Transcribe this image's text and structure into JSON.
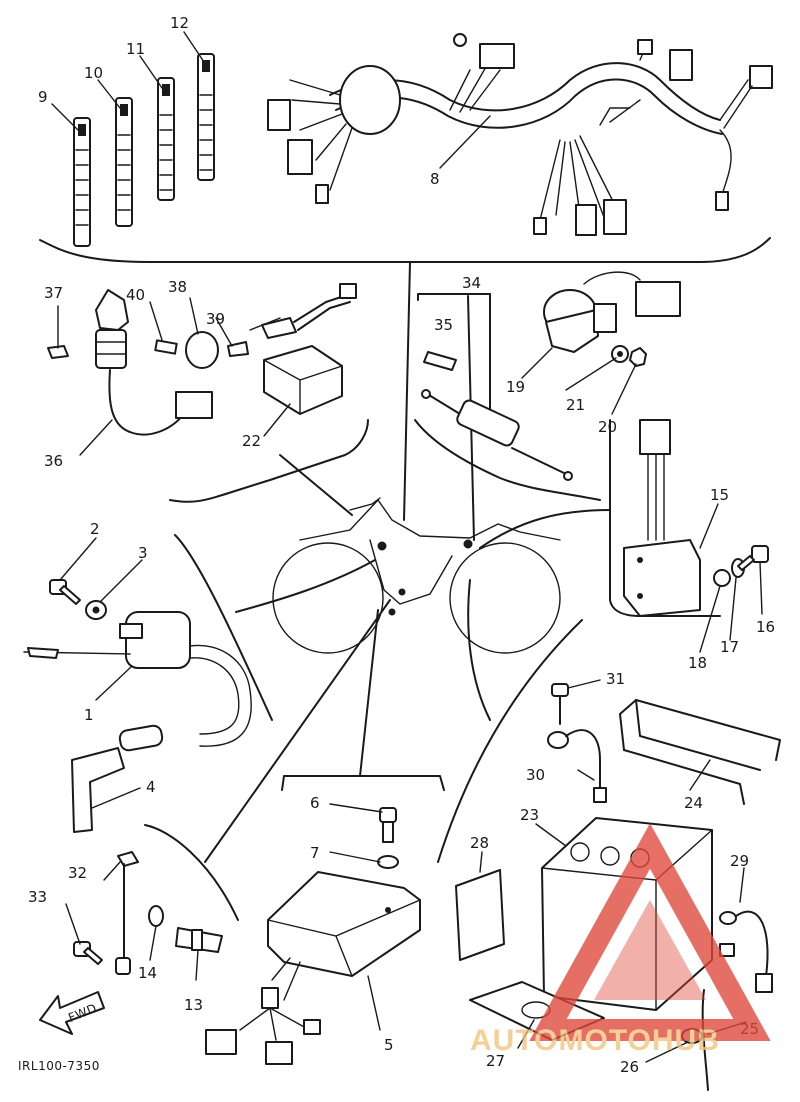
{
  "diagram": {
    "code": "IRL100-7350",
    "fwd_label": "FWD",
    "callouts": [
      {
        "id": "c1",
        "label": "1"
      },
      {
        "id": "c2",
        "label": "2"
      },
      {
        "id": "c3",
        "label": "3"
      },
      {
        "id": "c4",
        "label": "4"
      },
      {
        "id": "c5",
        "label": "5"
      },
      {
        "id": "c6",
        "label": "6"
      },
      {
        "id": "c7",
        "label": "7"
      },
      {
        "id": "c8",
        "label": "8"
      },
      {
        "id": "c9",
        "label": "9"
      },
      {
        "id": "c10",
        "label": "10"
      },
      {
        "id": "c11",
        "label": "11"
      },
      {
        "id": "c12",
        "label": "12"
      },
      {
        "id": "c13",
        "label": "13"
      },
      {
        "id": "c14",
        "label": "14"
      },
      {
        "id": "c15",
        "label": "15"
      },
      {
        "id": "c16",
        "label": "16"
      },
      {
        "id": "c17",
        "label": "17"
      },
      {
        "id": "c18",
        "label": "18"
      },
      {
        "id": "c19",
        "label": "19"
      },
      {
        "id": "c20",
        "label": "20"
      },
      {
        "id": "c21",
        "label": "21"
      },
      {
        "id": "c22",
        "label": "22"
      },
      {
        "id": "c23",
        "label": "23"
      },
      {
        "id": "c24",
        "label": "24"
      },
      {
        "id": "c25",
        "label": "25"
      },
      {
        "id": "c26",
        "label": "26"
      },
      {
        "id": "c27",
        "label": "27"
      },
      {
        "id": "c28",
        "label": "28"
      },
      {
        "id": "c29",
        "label": "29"
      },
      {
        "id": "c30",
        "label": "30"
      },
      {
        "id": "c31",
        "label": "31"
      },
      {
        "id": "c32",
        "label": "32"
      },
      {
        "id": "c33",
        "label": "33"
      },
      {
        "id": "c34",
        "label": "34"
      },
      {
        "id": "c35",
        "label": "35"
      },
      {
        "id": "c36",
        "label": "36"
      },
      {
        "id": "c37",
        "label": "37"
      },
      {
        "id": "c38",
        "label": "38"
      },
      {
        "id": "c39",
        "label": "39"
      },
      {
        "id": "c40",
        "label": "40"
      }
    ]
  },
  "watermark": {
    "text": "AUTOMOTOHUB",
    "logo": "triangle-logo",
    "colors": {
      "red": "#e0473a",
      "gold": "#f2c27a"
    }
  }
}
